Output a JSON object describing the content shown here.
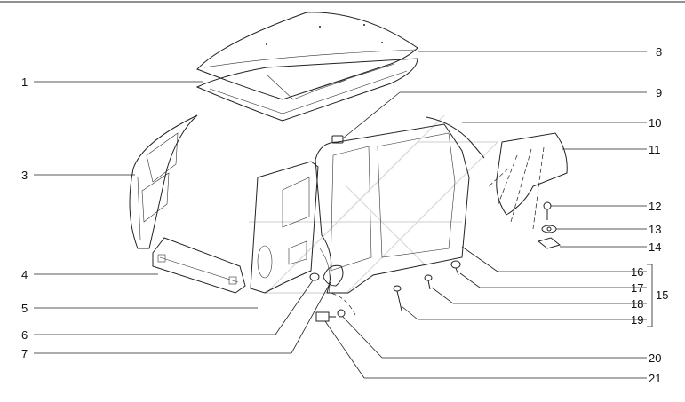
{
  "callouts": {
    "c1": "1",
    "c2": "3",
    "c3": "4",
    "c4": "5",
    "c5": "6",
    "c6": "7",
    "c7": "8",
    "c8": "9",
    "c9": "10",
    "c10": "11",
    "c11": "12",
    "c12": "13",
    "c13": "14",
    "c14": "16",
    "c15": "17",
    "c16": "18",
    "c17": "19",
    "c18": "15",
    "c19": "20",
    "c20": "21"
  }
}
